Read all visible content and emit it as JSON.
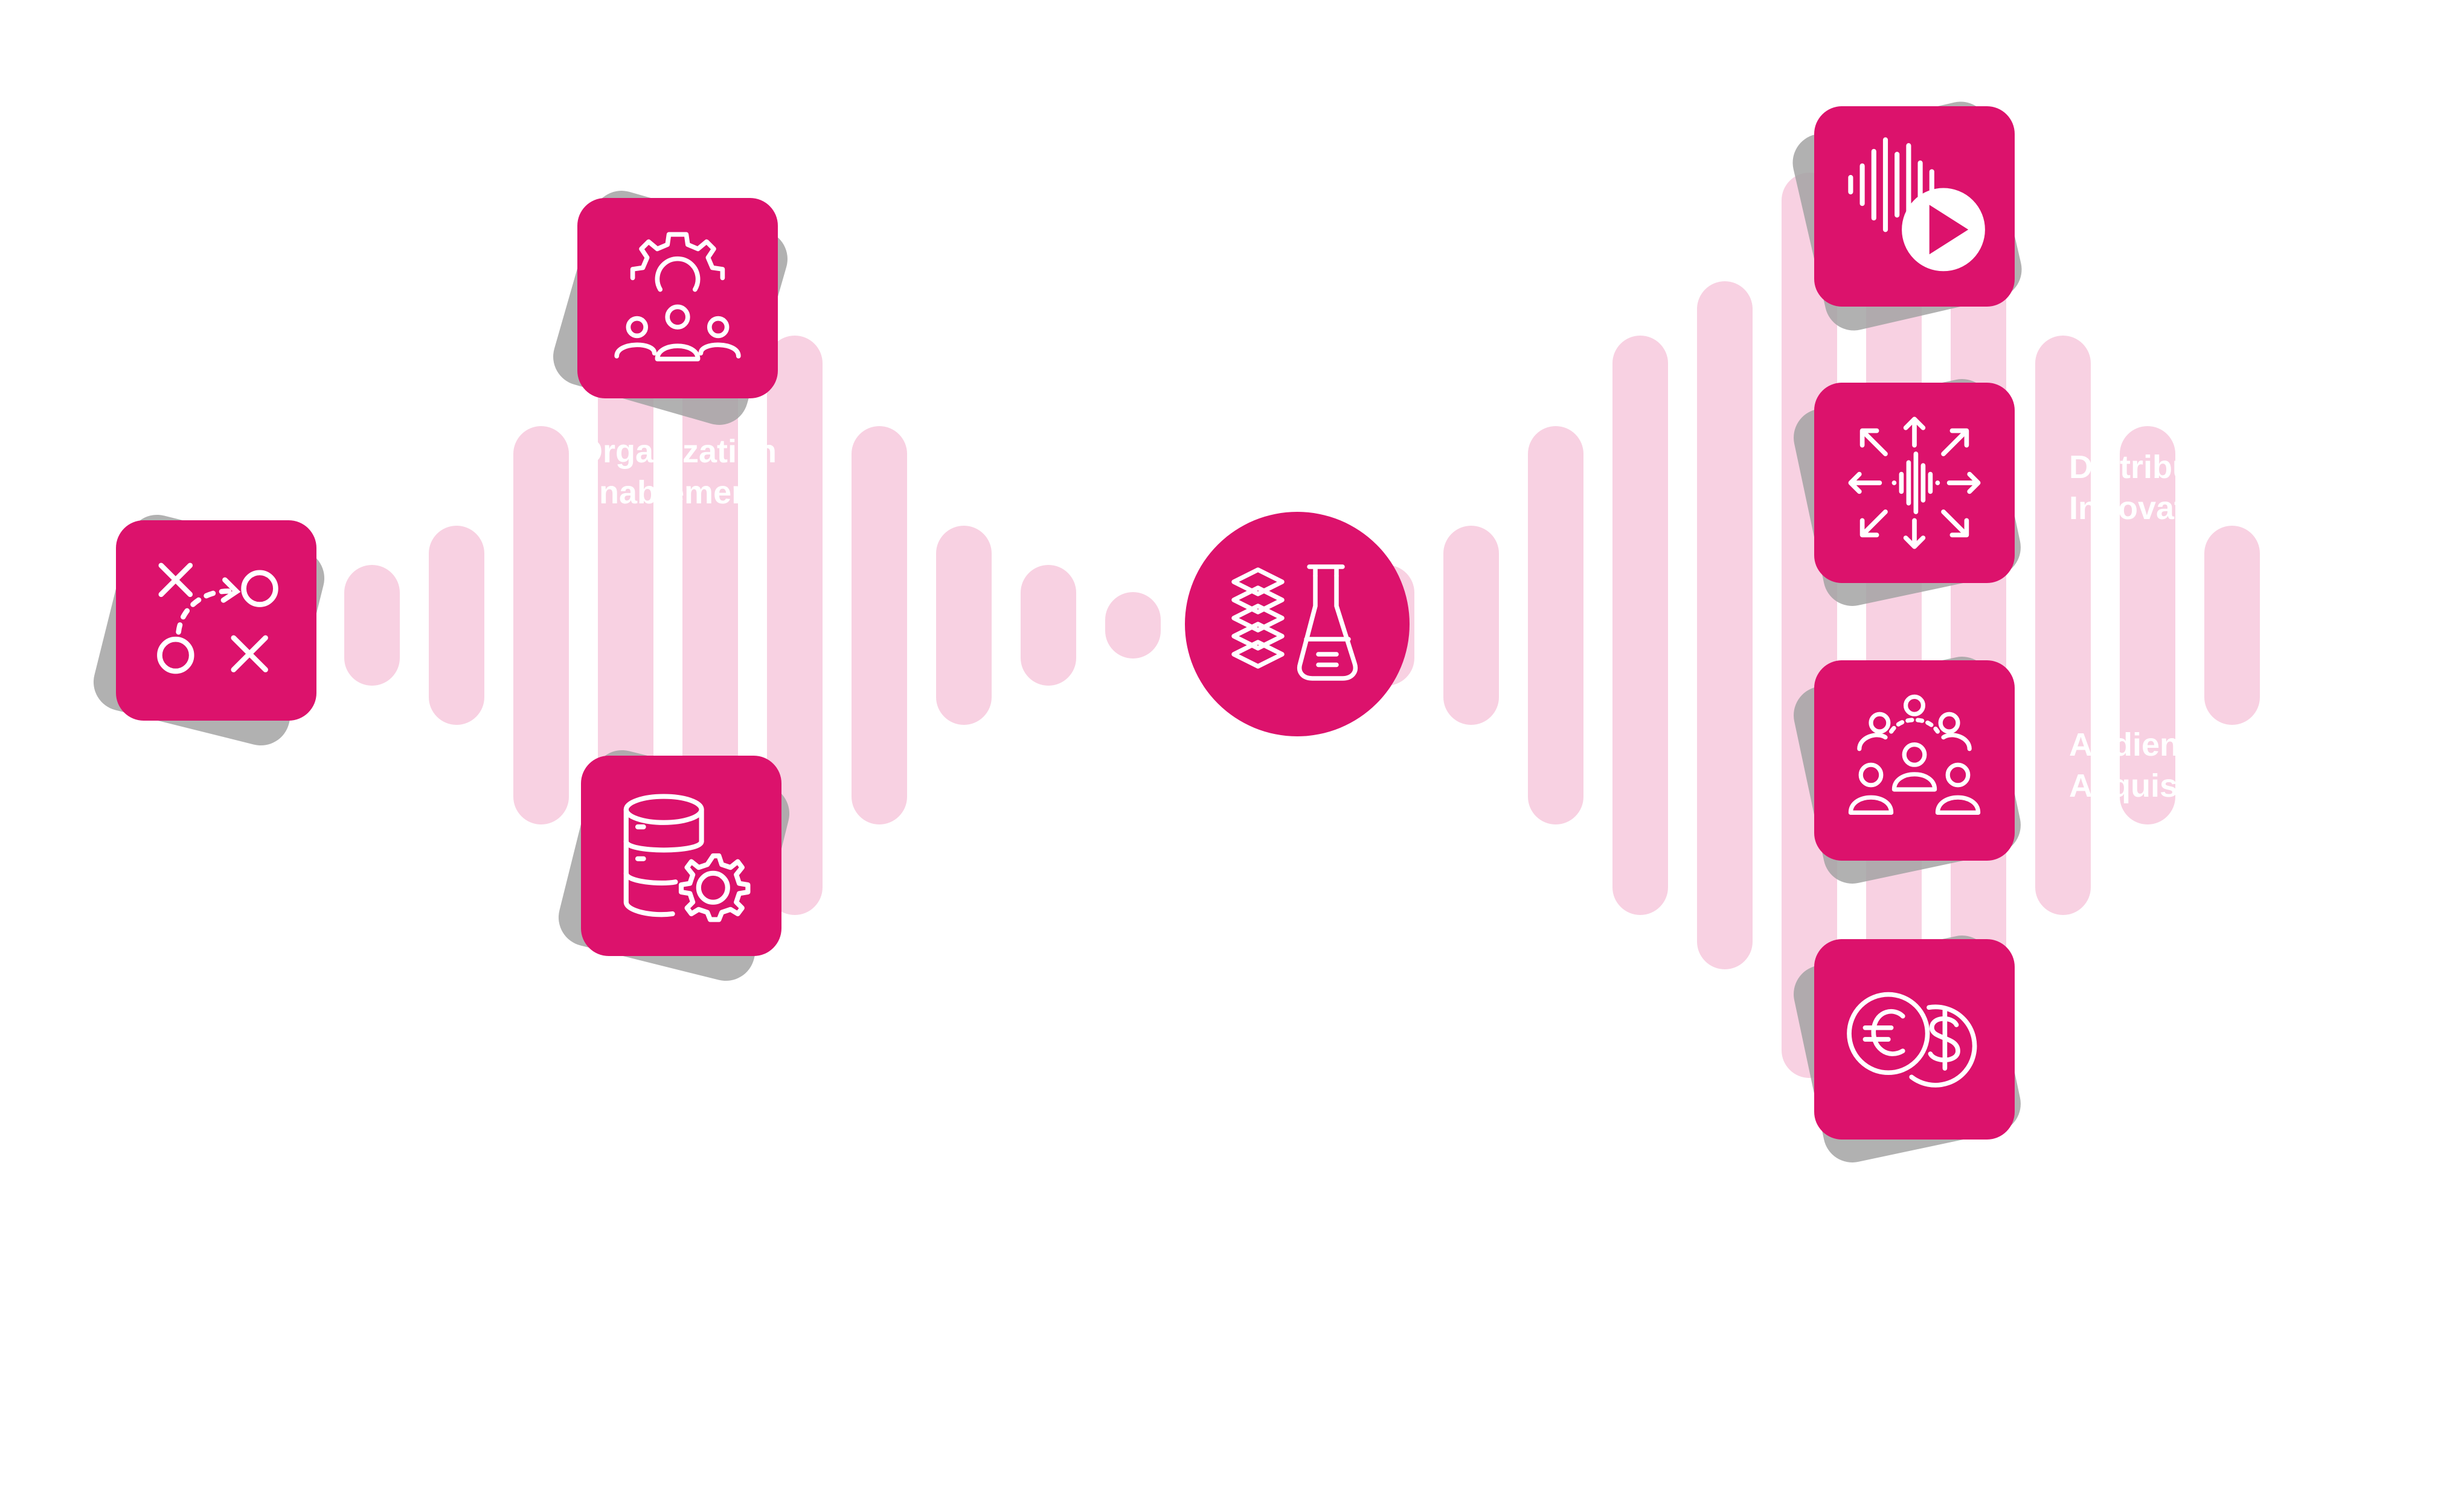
{
  "colors": {
    "accent": "#dc126c",
    "wave": "#f8d1e2",
    "shadow": "#a3a3a3",
    "icon_stroke": "#ffffff"
  },
  "nodes": [
    {
      "id": "strategy",
      "icon": "strategy-play-icon",
      "label": []
    },
    {
      "id": "org",
      "icon": "team-gear-icon",
      "label": [
        "Organization",
        "Enablement"
      ]
    },
    {
      "id": "data",
      "icon": "database-gear-icon",
      "label": []
    },
    {
      "id": "lab",
      "icon": "layers-flask-icon",
      "label": []
    },
    {
      "id": "media",
      "icon": "audio-play-icon",
      "label": []
    },
    {
      "id": "distribution",
      "icon": "audio-distribution-icon",
      "label": [
        "Distribution",
        "Innovation"
      ]
    },
    {
      "id": "audience",
      "icon": "audience-group-icon",
      "label": [
        "Audience",
        "Acquisition"
      ]
    },
    {
      "id": "monetization",
      "icon": "euro-dollar-coins-icon",
      "label": []
    }
  ]
}
